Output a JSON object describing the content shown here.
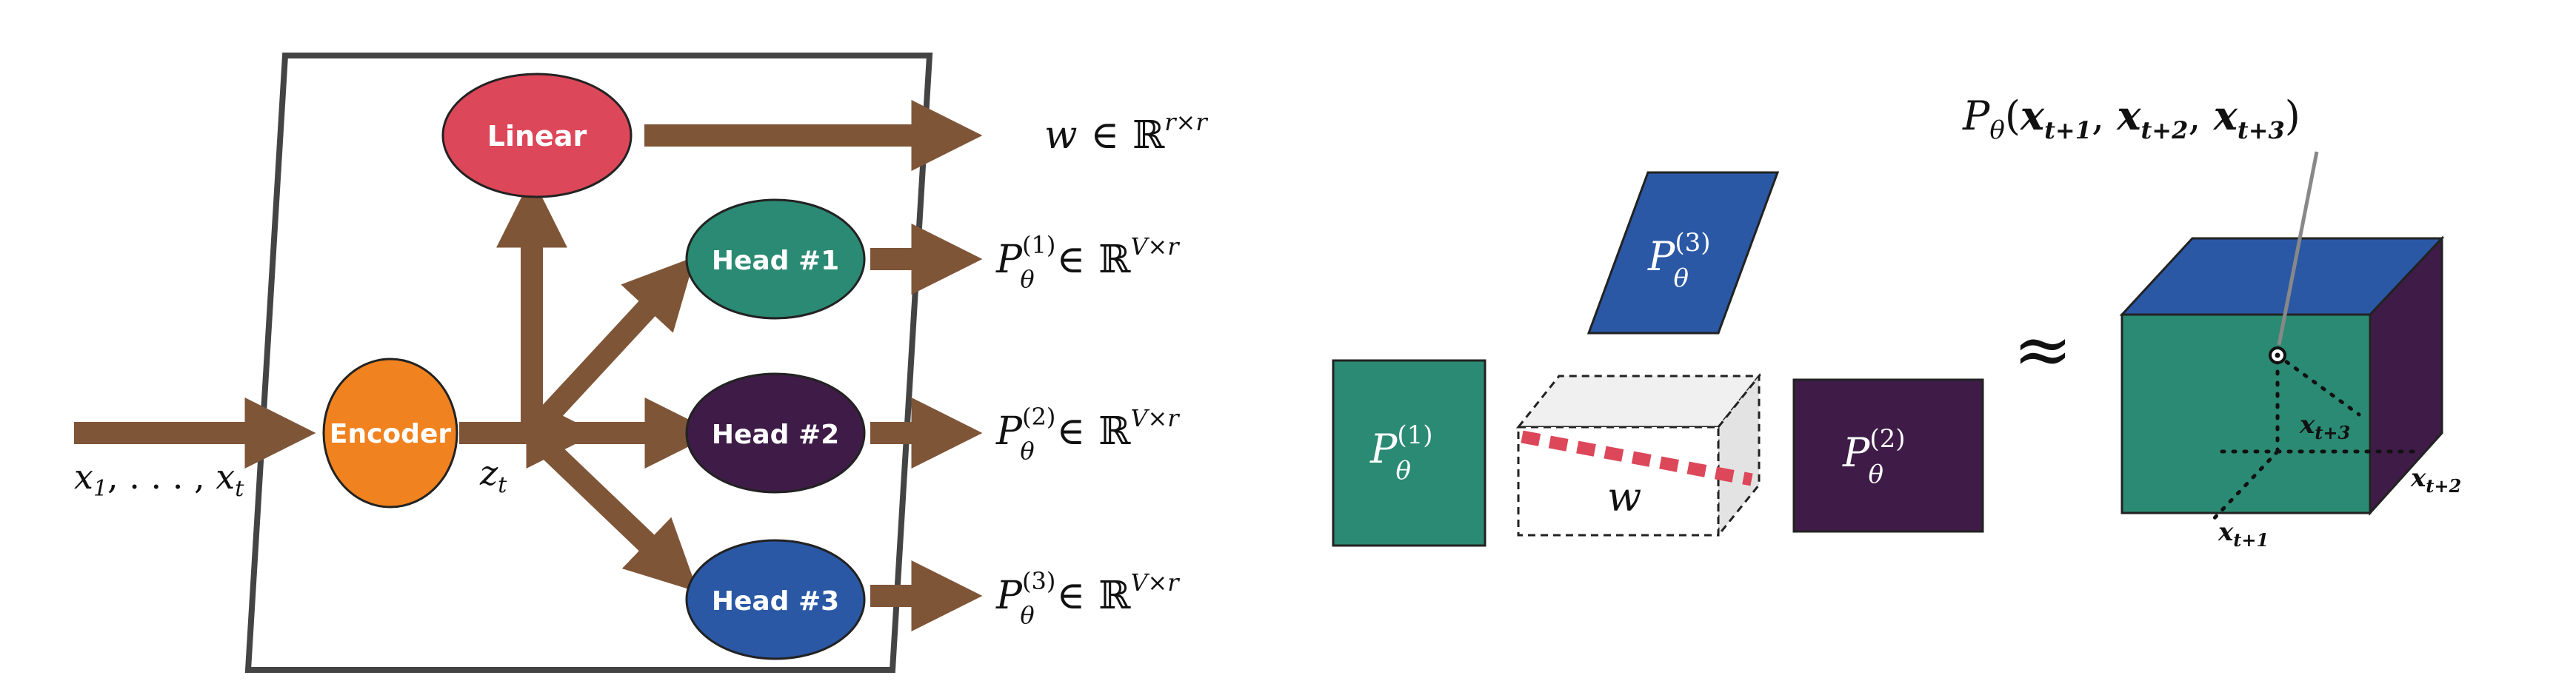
{
  "colors": {
    "arrow": "#7f5538",
    "frame": "#444444",
    "linear": "#dc475a",
    "encoder": "#f0821f",
    "head1": "#2b8a73",
    "head2": "#3e1c47",
    "head3": "#2a58a5",
    "dashes": "#dc475a",
    "cube_front": "#2b8a73",
    "cube_top": "#2a58a5",
    "cube_side": "#3e1c47"
  },
  "left": {
    "nodes": {
      "linear": "Linear",
      "encoder": "Encoder",
      "head1": "Head #1",
      "head2": "Head #2",
      "head3": "Head #3"
    },
    "input_label": {
      "text": "x",
      "sub1": "1",
      "mid": ", . . . , ",
      "sub2": "t"
    },
    "hidden_label": {
      "text": "z",
      "sub": "t"
    },
    "outputs": {
      "w": {
        "var": "w",
        "rel": "∈",
        "set": "ℝ",
        "sup": "r×r"
      },
      "p1": {
        "var": "P",
        "sub": "θ",
        "sup": "(1)",
        "rel": "∈",
        "set": "ℝ",
        "setsup": "V×r"
      },
      "p2": {
        "var": "P",
        "sub": "θ",
        "sup": "(2)",
        "rel": "∈",
        "set": "ℝ",
        "setsup": "V×r"
      },
      "p3": {
        "var": "P",
        "sub": "θ",
        "sup": "(3)",
        "rel": "∈",
        "set": "ℝ",
        "setsup": "V×r"
      }
    }
  },
  "middle": {
    "p1": {
      "var": "P",
      "sub": "θ",
      "sup": "(1)"
    },
    "p2": {
      "var": "P",
      "sub": "θ",
      "sup": "(2)"
    },
    "p3": {
      "var": "P",
      "sub": "θ",
      "sup": "(3)"
    },
    "w": "w",
    "approx": "≈"
  },
  "right": {
    "prob_label": {
      "var": "P",
      "sub": "θ",
      "open": "(",
      "x": "x",
      "s1": "t+1",
      "s2": "t+2",
      "s3": "t+3",
      "comma": ", ",
      "close": ")"
    },
    "axes": {
      "x1": "t+1",
      "x2": "t+2",
      "x3": "t+3",
      "var": "x"
    }
  }
}
